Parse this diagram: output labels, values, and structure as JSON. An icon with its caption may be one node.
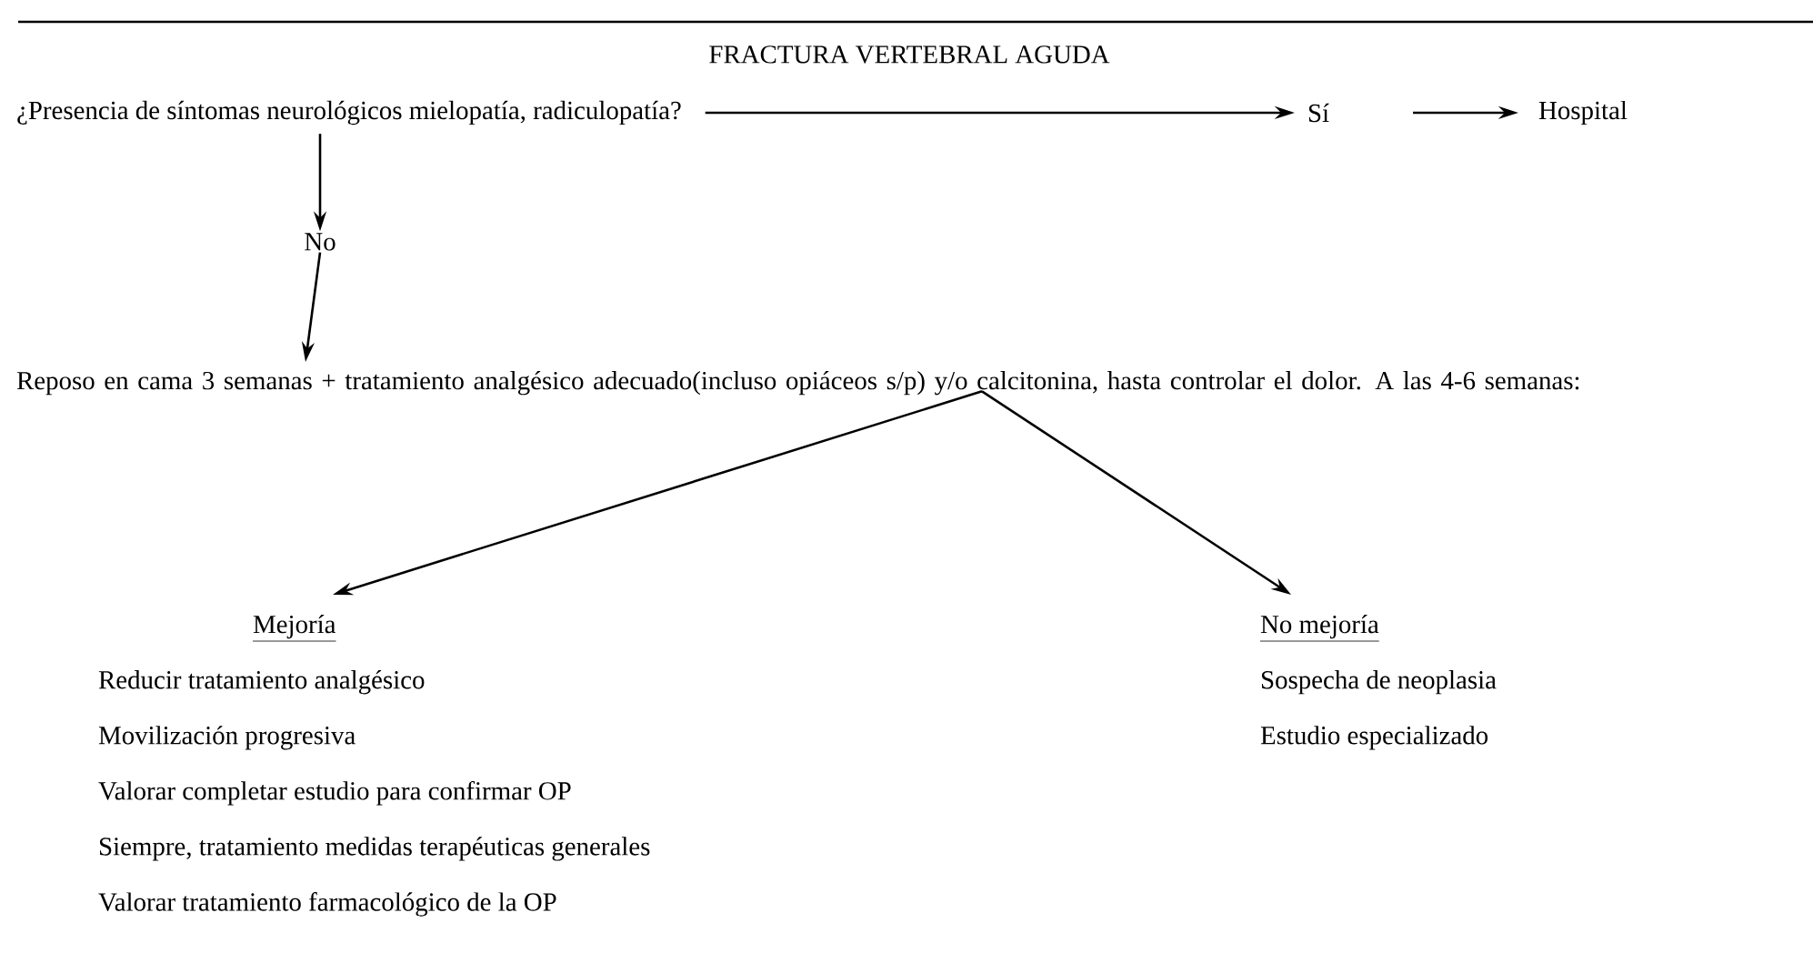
{
  "diagram": {
    "title": "FRACTURA VERTEBRAL AGUDA",
    "nodes": [
      {
        "text": [
          "¿Presencia de síntomas neurológicos mielopatía, radiculopatía?"
        ]
      },
      {
        "text": [
          "Sí"
        ]
      },
      {
        "text": [
          "Hospital"
        ]
      },
      {
        "text": [
          "No"
        ]
      },
      {
        "text": [
          "Reposo en cama 3 semanas + tratamiento analgésico adecuado(incluso opiáceos s/p) y/o calcitonina, hasta controlar el dolor. A las 4-6 semanas:"
        ]
      },
      {
        "text": [
          "Mejoría",
          "Reducir tratamiento analgésico",
          "Movilización progresiva",
          "Valorar completar estudio para confirmar OP",
          "Siempre, tratamiento medidas terapéuticas generales",
          "Valorar tratamiento farmacológico de la OP"
        ]
      },
      {
        "text": [
          "No mejoría",
          "Sospecha de neoplasia",
          "Estudio especializado"
        ]
      }
    ],
    "edges": [
      {
        "from": 0,
        "to": 1,
        "arrow": "to"
      },
      {
        "from": 1,
        "to": 2,
        "arrow": "to"
      },
      {
        "from": 0,
        "to": 3,
        "arrow": "to"
      },
      {
        "from": 3,
        "to": 4,
        "arrow": "to"
      },
      {
        "from": 4,
        "to": 5,
        "arrow": "to"
      },
      {
        "from": 4,
        "to": 6,
        "arrow": "to"
      }
    ]
  }
}
